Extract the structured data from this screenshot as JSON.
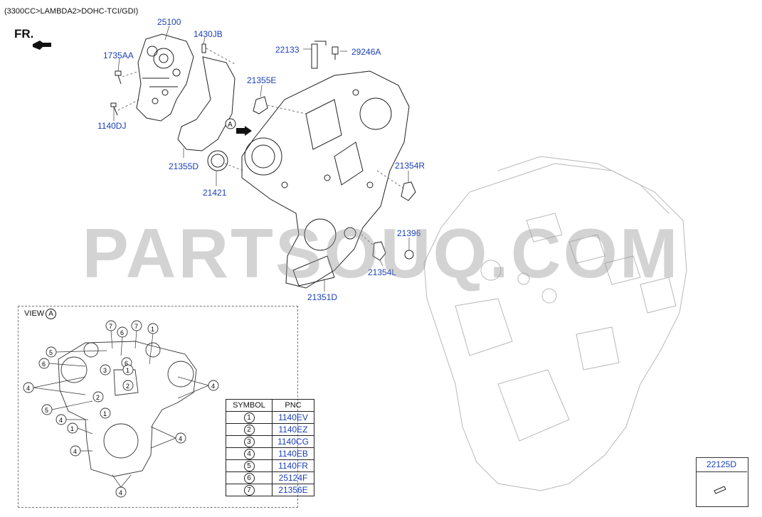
{
  "breadcrumb": "(3300CC>LAMBDA2>DOHC-TCI/GDI)",
  "direction_label": "FR.",
  "watermark": "PARTSOUQ.COM",
  "view_marker": "A",
  "parts": [
    {
      "id": "25100"
    },
    {
      "id": "1430JB"
    },
    {
      "id": "1735AA"
    },
    {
      "id": "1140DJ"
    },
    {
      "id": "21355D"
    },
    {
      "id": "21421"
    },
    {
      "id": "22133"
    },
    {
      "id": "29246A"
    },
    {
      "id": "21355E"
    },
    {
      "id": "21354R"
    },
    {
      "id": "21396"
    },
    {
      "id": "21354L"
    },
    {
      "id": "21351D"
    },
    {
      "id": "22125D"
    }
  ],
  "view": {
    "title": "VIEW",
    "marker": "A",
    "callouts": [
      "7",
      "6",
      "7",
      "1",
      "5",
      "6",
      "3",
      "6",
      "4",
      "2",
      "5",
      "4",
      "1",
      "4",
      "2",
      "1",
      "4",
      "4",
      "4",
      "1"
    ]
  },
  "symbol_table": {
    "headers": [
      "SYMBOL",
      "PNC"
    ],
    "rows": [
      {
        "symbol": "1",
        "pnc": "1140EV"
      },
      {
        "symbol": "2",
        "pnc": "1140EZ"
      },
      {
        "symbol": "3",
        "pnc": "1140CG"
      },
      {
        "symbol": "4",
        "pnc": "1140EB"
      },
      {
        "symbol": "5",
        "pnc": "1140FR"
      },
      {
        "symbol": "6",
        "pnc": "25124F"
      },
      {
        "symbol": "7",
        "pnc": "21356E"
      }
    ]
  },
  "reference_box": {
    "label": "22125D"
  },
  "colors": {
    "pnc_link": "#1a3fb8",
    "line": "#222222",
    "watermark": "#969696"
  }
}
